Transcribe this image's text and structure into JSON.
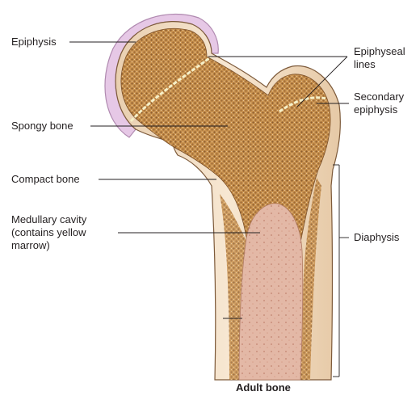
{
  "labels": {
    "epiphysis": "Epiphysis",
    "spongy_bone": "Spongy bone",
    "compact_bone": "Compact bone",
    "medullary_cavity": "Medullary cavity\n(contains yellow\nmarrow)",
    "epiphyseal_lines": "Epiphyseal\nlines",
    "secondary_epiphysis": "Secondary\nepiphysis",
    "diaphysis": "Diaphysis"
  },
  "caption": "Adult bone",
  "colors": {
    "articular_cartilage": "#e6c8e6",
    "compact_bone": "#f0dcc0",
    "spongy_bone": "#c9924f",
    "spongy_bone_dark": "#8a5a2c",
    "medullary_cavity": "#e3b8a6",
    "epiphyseal_line": "#f6f0c8",
    "leader_line": "#231f20"
  }
}
